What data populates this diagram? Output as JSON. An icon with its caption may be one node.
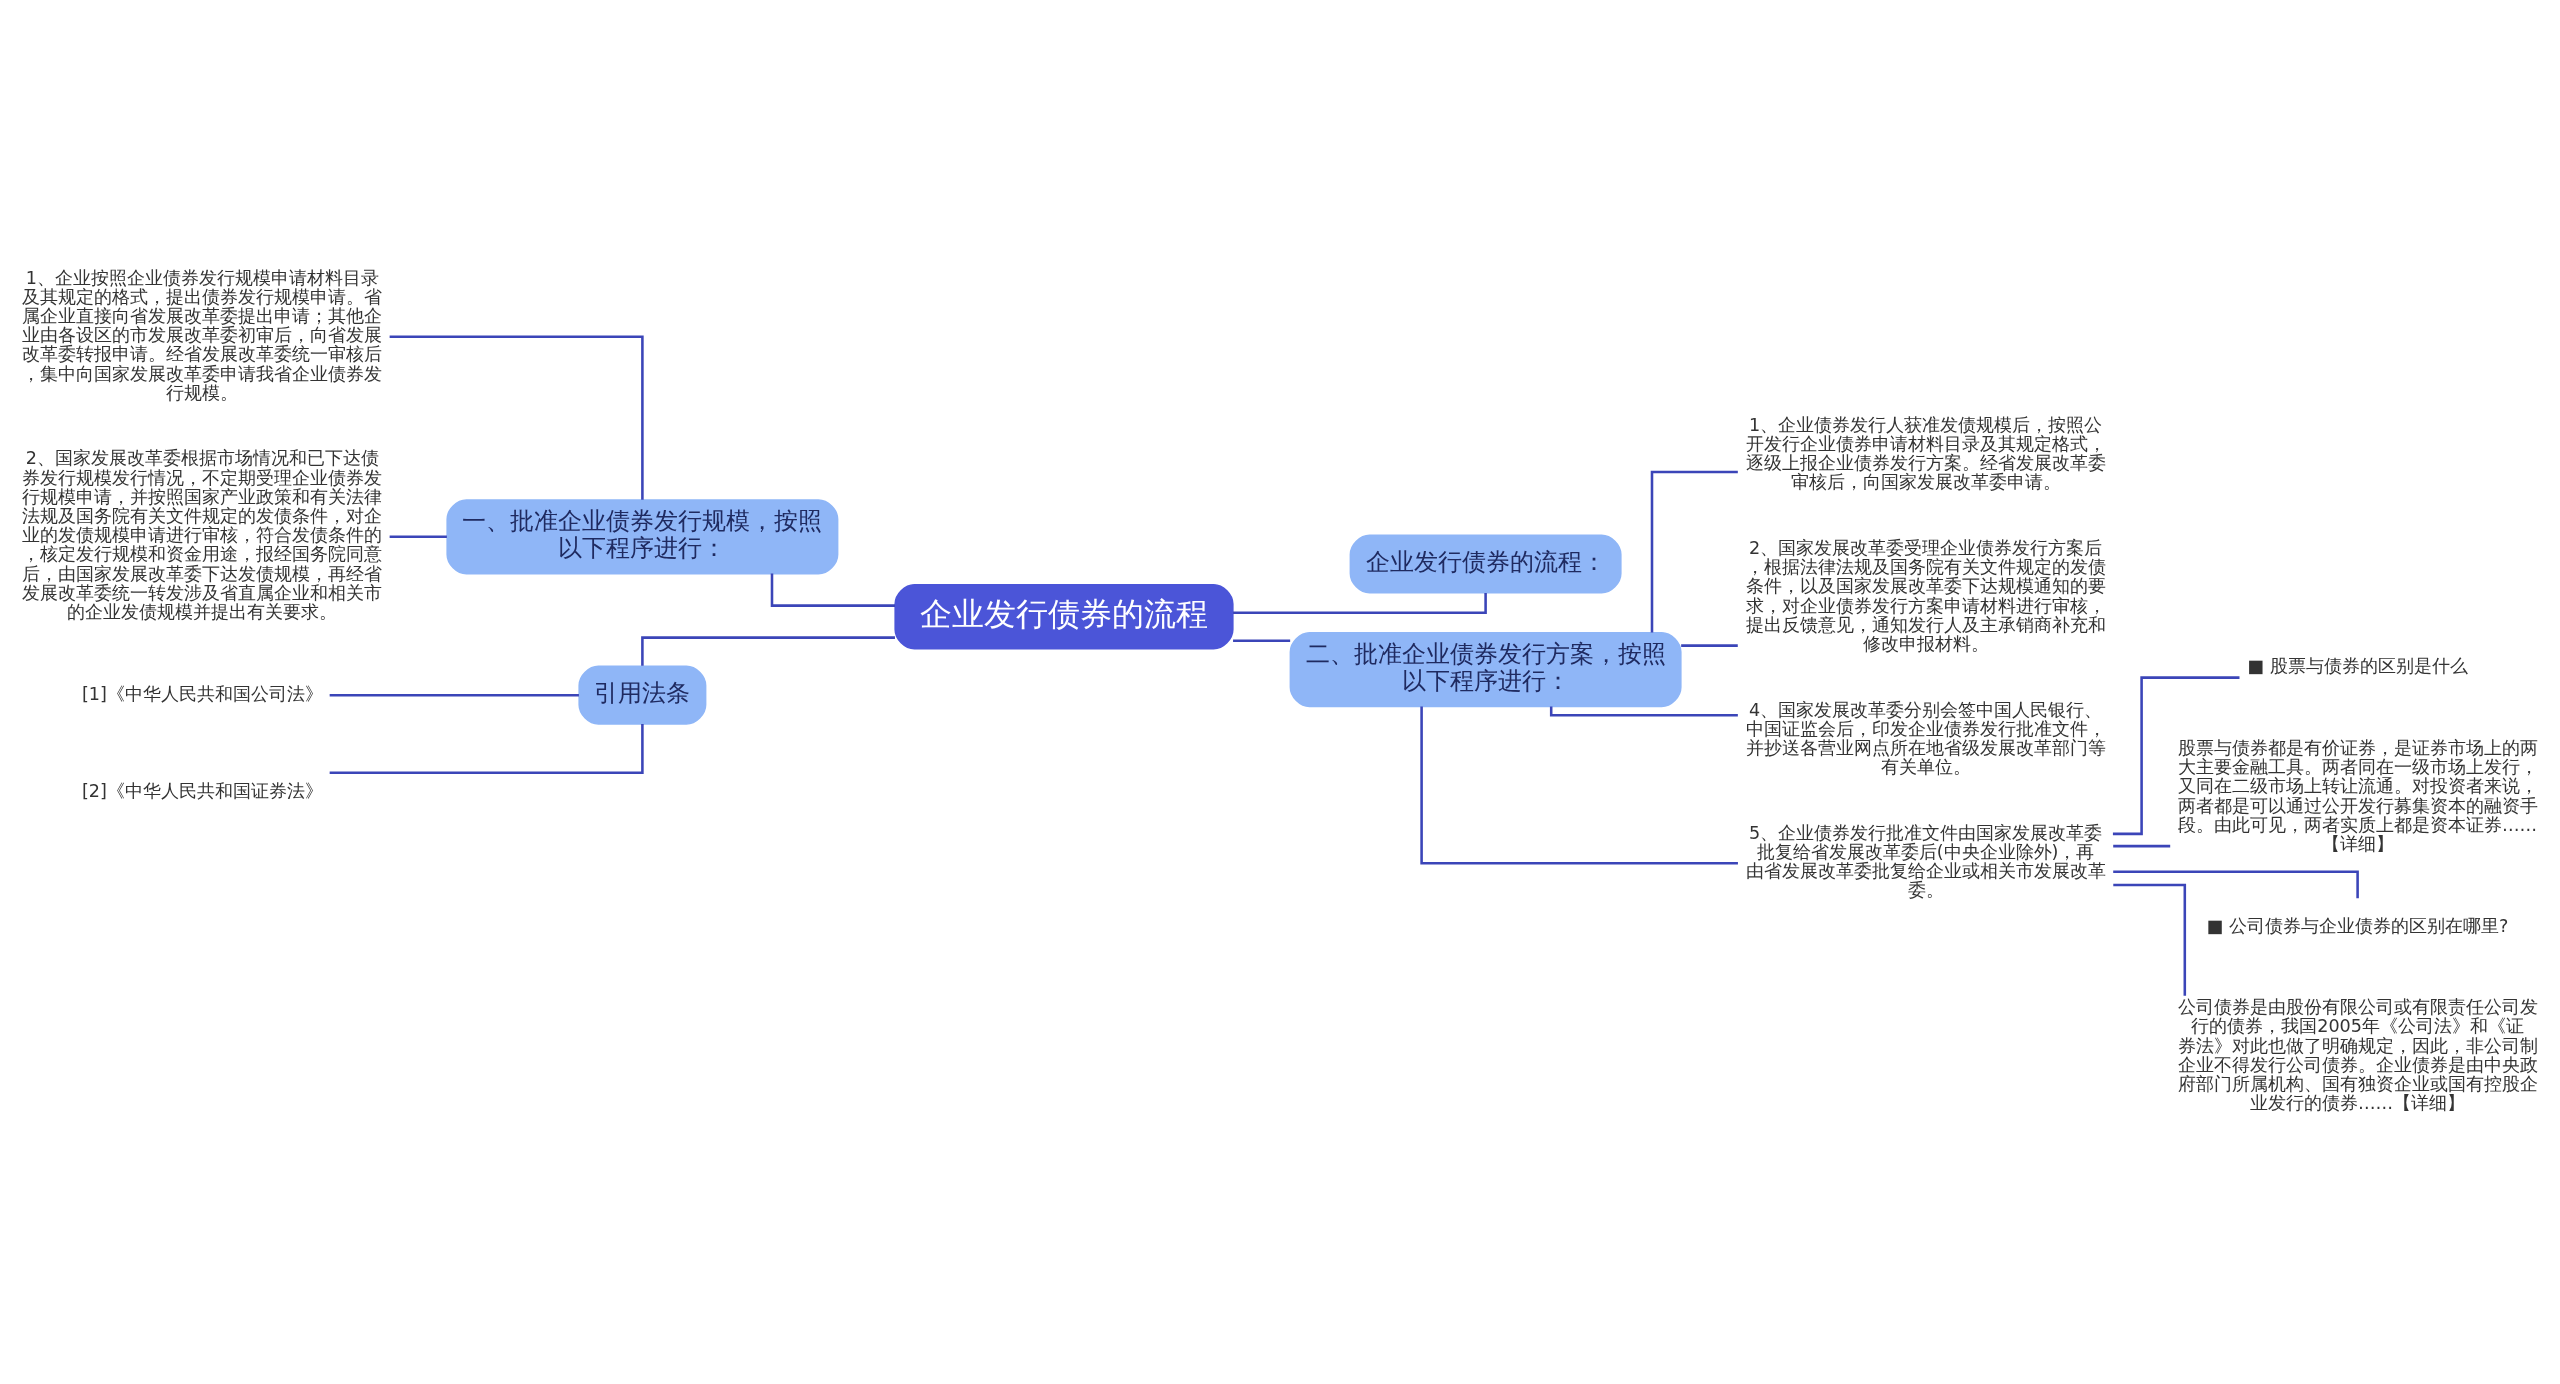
{
  "diagram": {
    "nodes": [
      {
        "text": [
          "企业发行债券的流程"
        ]
      },
      {
        "text": [
          "一、批准企业债券发行规模，按照以下程序进行："
        ]
      },
      {
        "text": [
          "1、企业按照企业债券发行规模申请材料目录及其规定的格式，提出债券发行规模申请。省属企业直接向省发展改革委提出申请；其他企业由各设区的市发展改革委初审后，向省发展改革委转报申请。经省发展改革委统一审核后，集中向国家发展改革委申请我省企业债券发行规模。"
        ]
      },
      {
        "text": [
          "2、国家发展改革委根据市场情况和已下达债券发行规模发行情况，不定期受理企业债券发行规模申请，并按照国家产业政策和有关法律法规及国务院有关文件规定的发债条件，对企业的发债规模申请进行审核，符合发债条件的，核定发行规模和资金用途，报经国务院同意后，由国家发展改革委下达发债规模，再经省发展改革委统一转发涉及省直属企业和相关市的企业发债规模并提出有关要求。"
        ]
      },
      {
        "text": [
          "引用法条"
        ]
      },
      {
        "text": [
          "[1]《中华人民共和国公司法》"
        ]
      },
      {
        "text": [
          "[2]《中华人民共和国证券法》"
        ]
      },
      {
        "text": [
          "企业发行债券的流程："
        ]
      },
      {
        "text": [
          "二、批准企业债券发行方案，按照以下程序进行："
        ]
      },
      {
        "text": [
          "1、企业债券发行人获准发债规模后，按照公开发行企业债券申请材料目录及其规定格式，逐级上报企业债券发行方案。经省发展改革委审核后，向国家发展改革委申请。"
        ]
      },
      {
        "text": [
          "2、国家发展改革委受理企业债券发行方案后，根据法律法规及国务院有关文件规定的发债条件，以及国家发展改革委下达规模通知的要求，对企业债券发行方案申请材料进行审核，提出反馈意见，通知发行人及主承销商补充和修改申报材料。"
        ]
      },
      {
        "text": [
          "4、国家发展改革委分别会签中国人民银行、中国证监会后，印发企业债券发行批准文件，并抄送各营业网点所在地省级发展改革部门等有关单位。"
        ]
      },
      {
        "text": [
          "5、企业债券发行批准文件由国家发展改革委批复给省发展改革委后(中央企业除外)，再由省发展改革委批复给企业或相关市发展改革委。"
        ]
      },
      {
        "text": [
          "■ 股票与债券的区别是什么"
        ]
      },
      {
        "text": [
          "股票与债券都是有价证券，是证券市场上的两大主要金融工具。两者同在一级市场上发行，又同在二级市场上转让流通。对投资者来说，两者都是可以通过公开发行募集资本的融资手段。由此可见，两者实质上都是资本证券……【详细】"
        ]
      },
      {
        "text": [
          "■ 公司债券与企业债券的区别在哪里?"
        ]
      },
      {
        "text": [
          "公司债券是由股份有限公司或有限责任公司发行的债券，我国2005年《公司法》和《证券法》对此也做了明确规定，因此，非公司制企业不得发行公司债券。企业债券是由中央政府部门所属机构、国有独资企业或国有控股企业发行的债券……【详细】"
        ]
      }
    ],
    "edges": [
      {
        "from": 0,
        "to": 1,
        "arrow": "none"
      },
      {
        "from": 1,
        "to": 2,
        "arrow": "none"
      },
      {
        "from": 1,
        "to": 3,
        "arrow": "none"
      },
      {
        "from": 0,
        "to": 4,
        "arrow": "none"
      },
      {
        "from": 4,
        "to": 5,
        "arrow": "none"
      },
      {
        "from": 4,
        "to": 6,
        "arrow": "none"
      },
      {
        "from": 0,
        "to": 7,
        "arrow": "none"
      },
      {
        "from": 0,
        "to": 8,
        "arrow": "none"
      },
      {
        "from": 8,
        "to": 9,
        "arrow": "none"
      },
      {
        "from": 8,
        "to": 10,
        "arrow": "none"
      },
      {
        "from": 8,
        "to": 11,
        "arrow": "none"
      },
      {
        "from": 8,
        "to": 12,
        "arrow": "none"
      },
      {
        "from": 12,
        "to": 13,
        "arrow": "none"
      },
      {
        "from": 12,
        "to": 14,
        "arrow": "none"
      },
      {
        "from": 12,
        "to": 15,
        "arrow": "none"
      },
      {
        "from": 12,
        "to": 16,
        "arrow": "none"
      }
    ]
  }
}
